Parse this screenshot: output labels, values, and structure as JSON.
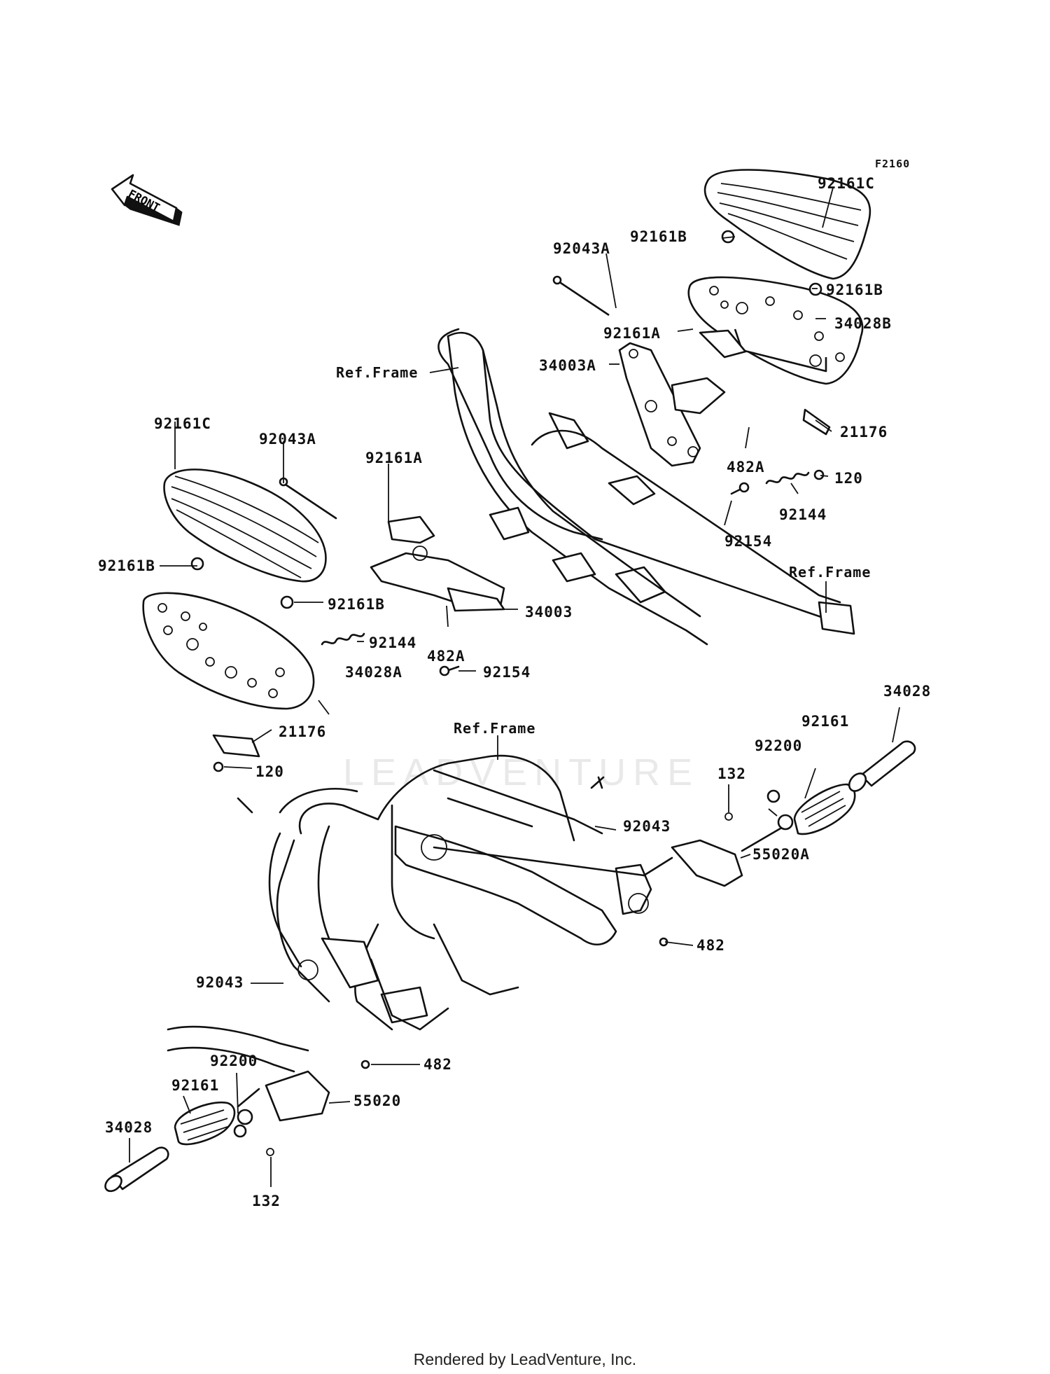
{
  "figure_code": "F2160",
  "front_arrow_label": "FRONT",
  "watermark": "LEADVENTURE",
  "footer": "Rendered by LeadVenture, Inc.",
  "labels": {
    "p92161C_r": "92161C",
    "p92161B_r1": "92161B",
    "p92161B_r2": "92161B",
    "p92043A_r": "92043A",
    "p34028B": "34028B",
    "p92161A_r": "92161A",
    "p34003A": "34003A",
    "ref_frame_1": "Ref.Frame",
    "p21176_r": "21176",
    "p482A_r": "482A",
    "p120_r": "120",
    "p92144_r": "92144",
    "p92154_r": "92154",
    "ref_frame_2": "Ref.Frame",
    "p92161C_l": "92161C",
    "p92043A_l": "92043A",
    "p92161A_l": "92161A",
    "p92161B_l1": "92161B",
    "p92161B_l2": "92161B",
    "p34003": "34003",
    "p482A_l": "482A",
    "p92144_l": "92144",
    "p92154_l": "92154",
    "p34028A": "34028A",
    "p21176_l": "21176",
    "p120_l": "120",
    "ref_frame_3": "Ref.Frame",
    "p34028_r": "34028",
    "p92161_r": "92161",
    "p92200_r": "92200",
    "p132_r": "132",
    "p92043_r": "92043",
    "p55020A": "55020A",
    "p482_r": "482",
    "p92043_l": "92043",
    "p482_l": "482",
    "p92200_l": "92200",
    "p92161_l": "92161",
    "p55020": "55020",
    "p34028_l": "34028",
    "p132_l": "132"
  }
}
